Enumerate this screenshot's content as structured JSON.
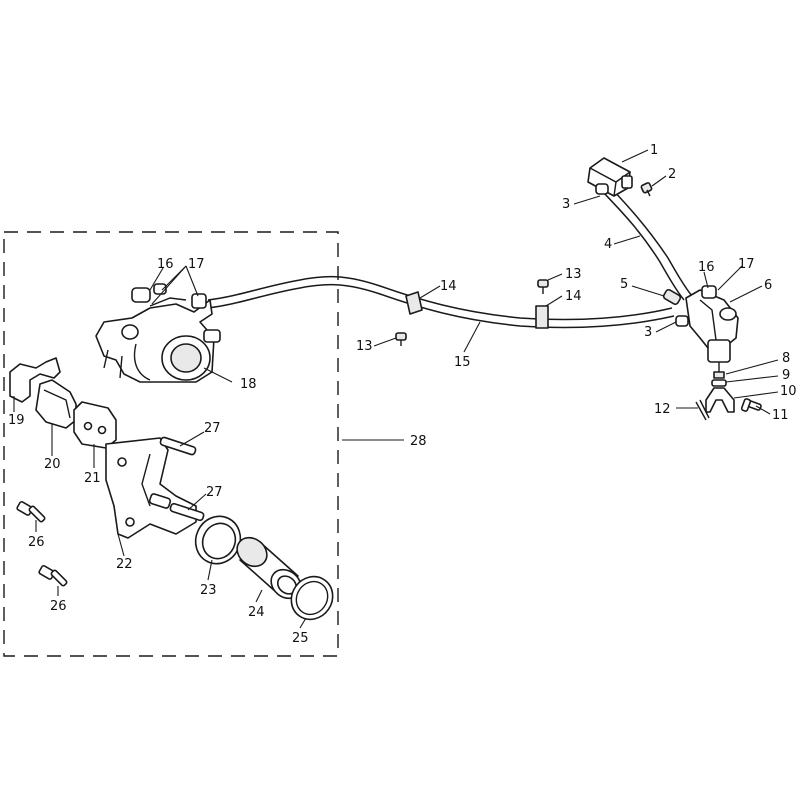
{
  "callouts": {
    "c1": "1",
    "c2": "2",
    "c3a": "3",
    "c3b": "3",
    "c4": "4",
    "c5": "5",
    "c6": "6",
    "c8": "8",
    "c9": "9",
    "c10": "10",
    "c11": "11",
    "c12": "12",
    "c13a": "13",
    "c13b": "13",
    "c14a": "14",
    "c14b": "14",
    "c15": "15",
    "c16a": "16",
    "c16b": "16",
    "c17a": "17",
    "c17b": "17",
    "c18": "18",
    "c19": "19",
    "c20": "20",
    "c21": "21",
    "c22": "22",
    "c23": "23",
    "c24": "24",
    "c25": "25",
    "c26a": "26",
    "c26b": "26",
    "c27a": "27",
    "c27b": "27",
    "c28": "28"
  },
  "colors": {
    "line": "#1a1a1a",
    "fill": "#ffffff",
    "shade": "#e9e9e9"
  }
}
